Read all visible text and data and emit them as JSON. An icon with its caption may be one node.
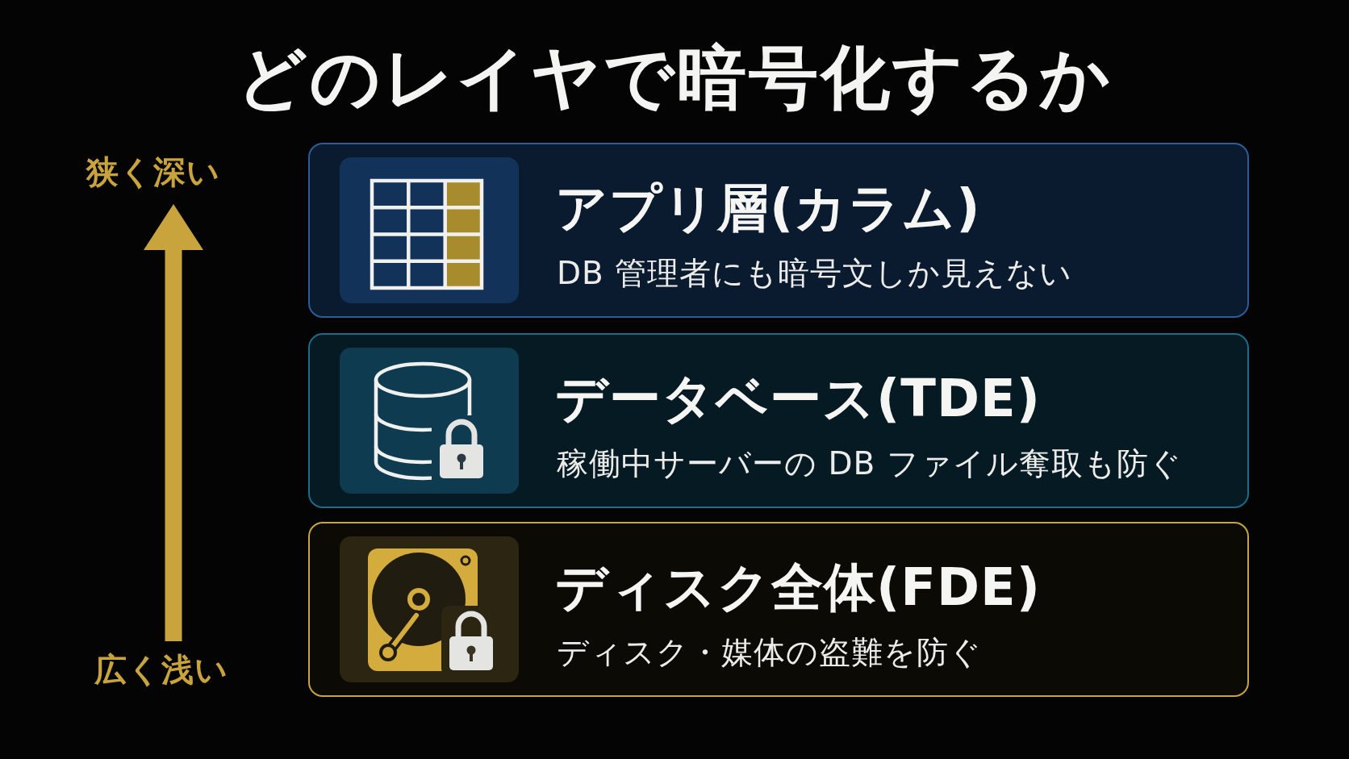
{
  "diagram": {
    "title": "どのレイヤで暗号化するか",
    "nodes": [
      {
        "text": [
          "アプリ層(カラム)",
          "DB 管理者にも暗号文しか見えない"
        ]
      },
      {
        "text": [
          "データベース(TDE)",
          "稼働中サーバーの DB ファイル奪取も防ぐ"
        ]
      },
      {
        "text": [
          "ディスク全体(FDE)",
          "ディスク・媒体の盗難を防ぐ"
        ]
      }
    ],
    "labels": [
      "狭く深い",
      "広く浅い"
    ]
  }
}
